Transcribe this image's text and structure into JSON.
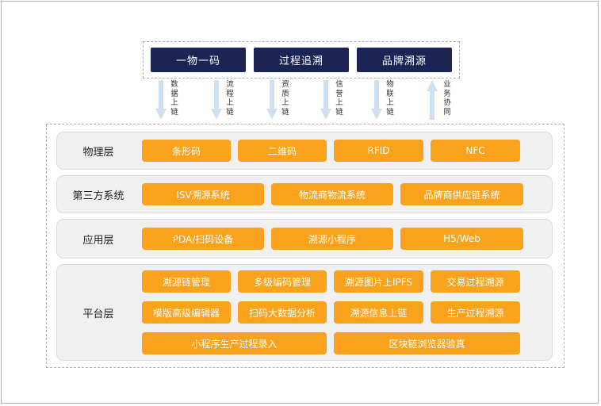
{
  "top_items": [
    "一物一码",
    "过程追溯",
    "品牌溯源"
  ],
  "flows": [
    {
      "label": "数据上链",
      "direction": "down"
    },
    {
      "label": "流程上链",
      "direction": "down"
    },
    {
      "label": "资质上链",
      "direction": "down"
    },
    {
      "label": "信誉上链",
      "direction": "down"
    },
    {
      "label": "物联上链",
      "direction": "down"
    },
    {
      "label": "业务协同",
      "direction": "up"
    }
  ],
  "layers": [
    {
      "title": "物理层",
      "items": [
        "条形码",
        "二维码",
        "RFID",
        "NFC"
      ]
    },
    {
      "title": "第三方系统",
      "items": [
        "ISV溯源系统",
        "物流商物流系统",
        "品牌商供应链系统"
      ]
    },
    {
      "title": "应用层",
      "items": [
        "PDA/扫码设备",
        "溯源小程序",
        "H5/Web"
      ]
    },
    {
      "title": "平台层",
      "items": [
        "溯源链管理",
        "多级编码管理",
        "溯源图片上IPFS",
        "交易过程溯源",
        "模版高级编辑器",
        "扫码大数据分析",
        "溯源信息上链",
        "生产过程溯源",
        "小程序生产过程录入",
        "区块链浏览器验真"
      ]
    }
  ],
  "colors": {
    "navy": "#1b2452",
    "orange": "#fba21c",
    "arrow": "#cfe0f0",
    "layer_bg": "#f0f0f0"
  }
}
